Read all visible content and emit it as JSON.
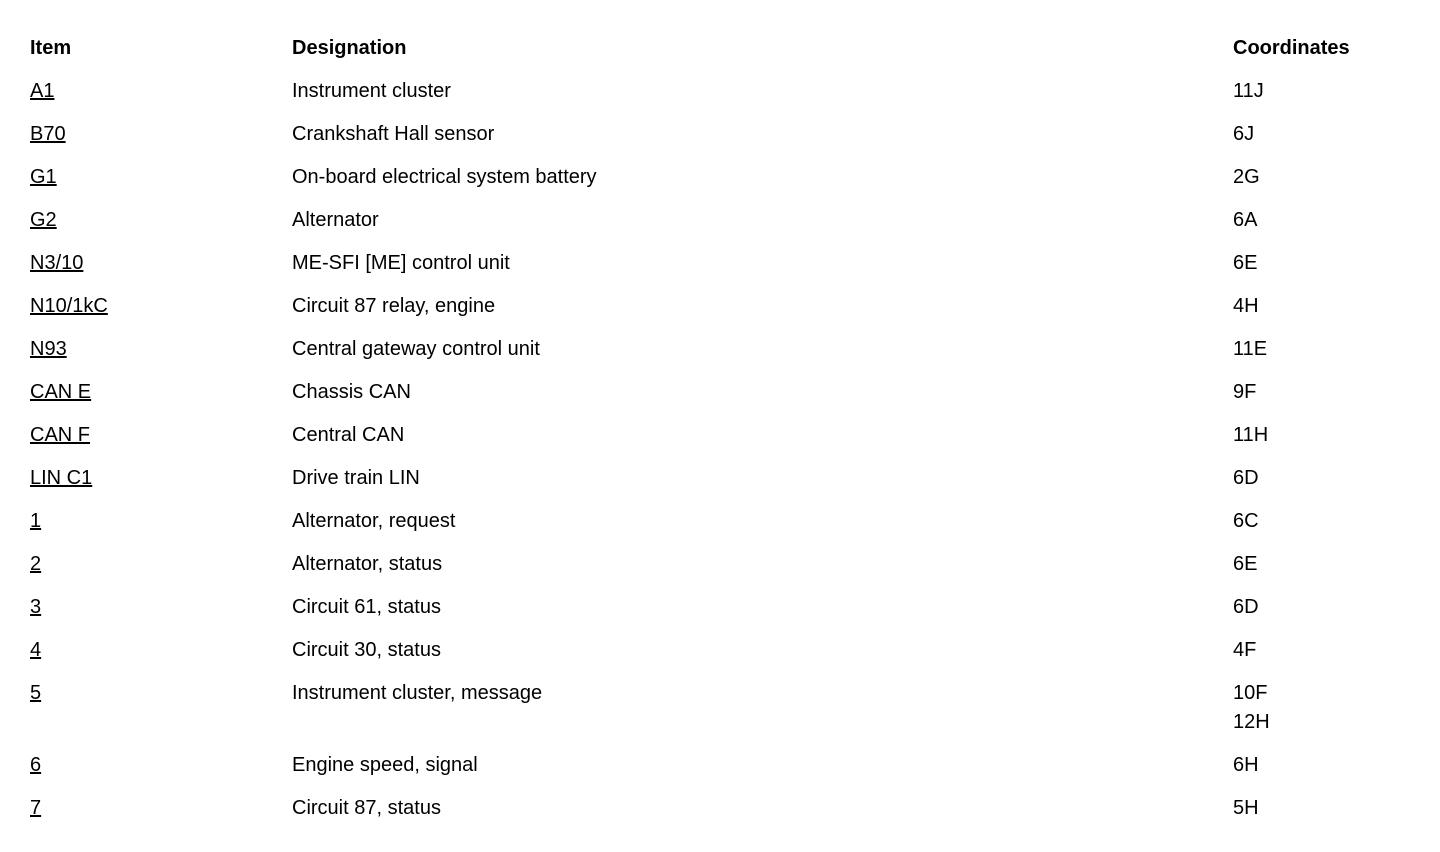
{
  "table": {
    "headers": {
      "item": "Item",
      "designation": "Designation",
      "coordinates": "Coordinates"
    },
    "rows": [
      {
        "item": "A1",
        "designation": "Instrument cluster",
        "coordinates": [
          "11J"
        ]
      },
      {
        "item": "B70",
        "designation": "Crankshaft Hall sensor",
        "coordinates": [
          "6J"
        ]
      },
      {
        "item": "G1",
        "designation": "On-board electrical system battery",
        "coordinates": [
          "2G"
        ]
      },
      {
        "item": "G2",
        "designation": "Alternator",
        "coordinates": [
          "6A"
        ]
      },
      {
        "item": "N3/10",
        "designation": "ME-SFI [ME] control unit",
        "coordinates": [
          "6E"
        ]
      },
      {
        "item": "N10/1kC",
        "designation": "Circuit 87 relay, engine",
        "coordinates": [
          "4H"
        ]
      },
      {
        "item": "N93",
        "designation": "Central gateway control unit",
        "coordinates": [
          "11E"
        ]
      },
      {
        "item": "CAN E",
        "designation": "Chassis CAN",
        "coordinates": [
          "9F"
        ]
      },
      {
        "item": "CAN F",
        "designation": "Central CAN",
        "coordinates": [
          "11H"
        ]
      },
      {
        "item": "LIN C1",
        "designation": "Drive train LIN",
        "coordinates": [
          "6D"
        ]
      },
      {
        "item": "1",
        "designation": "Alternator, request",
        "coordinates": [
          "6C"
        ]
      },
      {
        "item": "2",
        "designation": "Alternator, status",
        "coordinates": [
          "6E"
        ]
      },
      {
        "item": "3",
        "designation": "Circuit 61, status",
        "coordinates": [
          "6D"
        ]
      },
      {
        "item": "4",
        "designation": "Circuit 30, status",
        "coordinates": [
          "4F"
        ]
      },
      {
        "item": "5",
        "designation": "Instrument cluster, message",
        "coordinates": [
          "10F",
          "12H"
        ]
      },
      {
        "item": "6",
        "designation": "Engine speed, signal",
        "coordinates": [
          "6H"
        ]
      },
      {
        "item": "7",
        "designation": "Circuit 87, status",
        "coordinates": [
          "5H"
        ]
      }
    ],
    "colors": {
      "text": "#000000",
      "background": "#ffffff"
    }
  }
}
